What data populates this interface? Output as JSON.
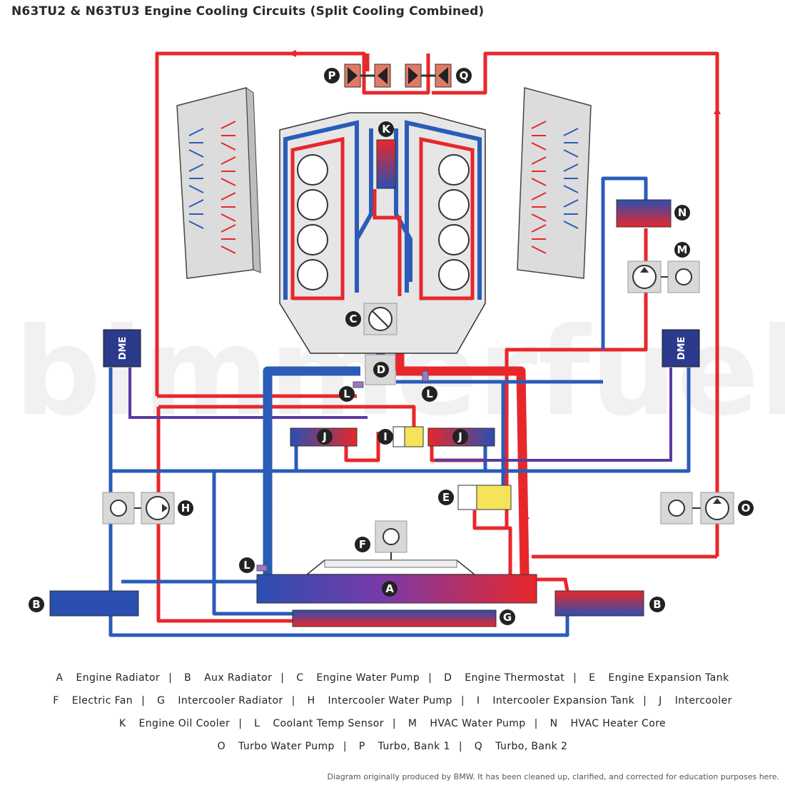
{
  "title": "N63TU2 & N63TU3 Engine Cooling Circuits (Split Cooling Combined)",
  "watermark": "bimmerfuel",
  "component_labels": {
    "A": "A",
    "B": "B",
    "C": "C",
    "D": "D",
    "E": "E",
    "F": "F",
    "G": "G",
    "H": "H",
    "I": "I",
    "J": "J",
    "K": "K",
    "L": "L",
    "M": "M",
    "N": "N",
    "O": "O",
    "P": "P",
    "Q": "Q"
  },
  "dme_label": "DME",
  "legend": [
    [
      {
        "letter": "A",
        "name": "Engine Radiator"
      },
      {
        "letter": "B",
        "name": "Aux Radiator"
      },
      {
        "letter": "C",
        "name": "Engine Water Pump"
      },
      {
        "letter": "D",
        "name": "Engine Thermostat"
      },
      {
        "letter": "E",
        "name": "Engine Expansion Tank"
      }
    ],
    [
      {
        "letter": "F",
        "name": "Electric Fan"
      },
      {
        "letter": "G",
        "name": "Intercooler Radiator"
      },
      {
        "letter": "H",
        "name": "Intercooler Water Pump"
      },
      {
        "letter": "I",
        "name": "Intercooler Expansion Tank"
      },
      {
        "letter": "J",
        "name": "Intercooler"
      }
    ],
    [
      {
        "letter": "K",
        "name": "Engine Oil Cooler"
      },
      {
        "letter": "L",
        "name": "Coolant Temp Sensor"
      },
      {
        "letter": "M",
        "name": "HVAC Water Pump"
      },
      {
        "letter": "N",
        "name": "HVAC Heater Core"
      }
    ],
    [
      {
        "letter": "O",
        "name": "Turbo Water Pump"
      },
      {
        "letter": "P",
        "name": "Turbo, Bank 1"
      },
      {
        "letter": "Q",
        "name": "Turbo, Bank 2"
      }
    ]
  ],
  "legend_separator": "|",
  "footnote": "Diagram originally produced by BMW. It has been cleaned up, clarified, and corrected for education purposes here.",
  "colors": {
    "hot": "#e8272b",
    "cold": "#2a5cb8",
    "label_bg": "#222222",
    "engine_fill": "#e6e6e6",
    "expansion_yellow": "#f5e35a"
  }
}
